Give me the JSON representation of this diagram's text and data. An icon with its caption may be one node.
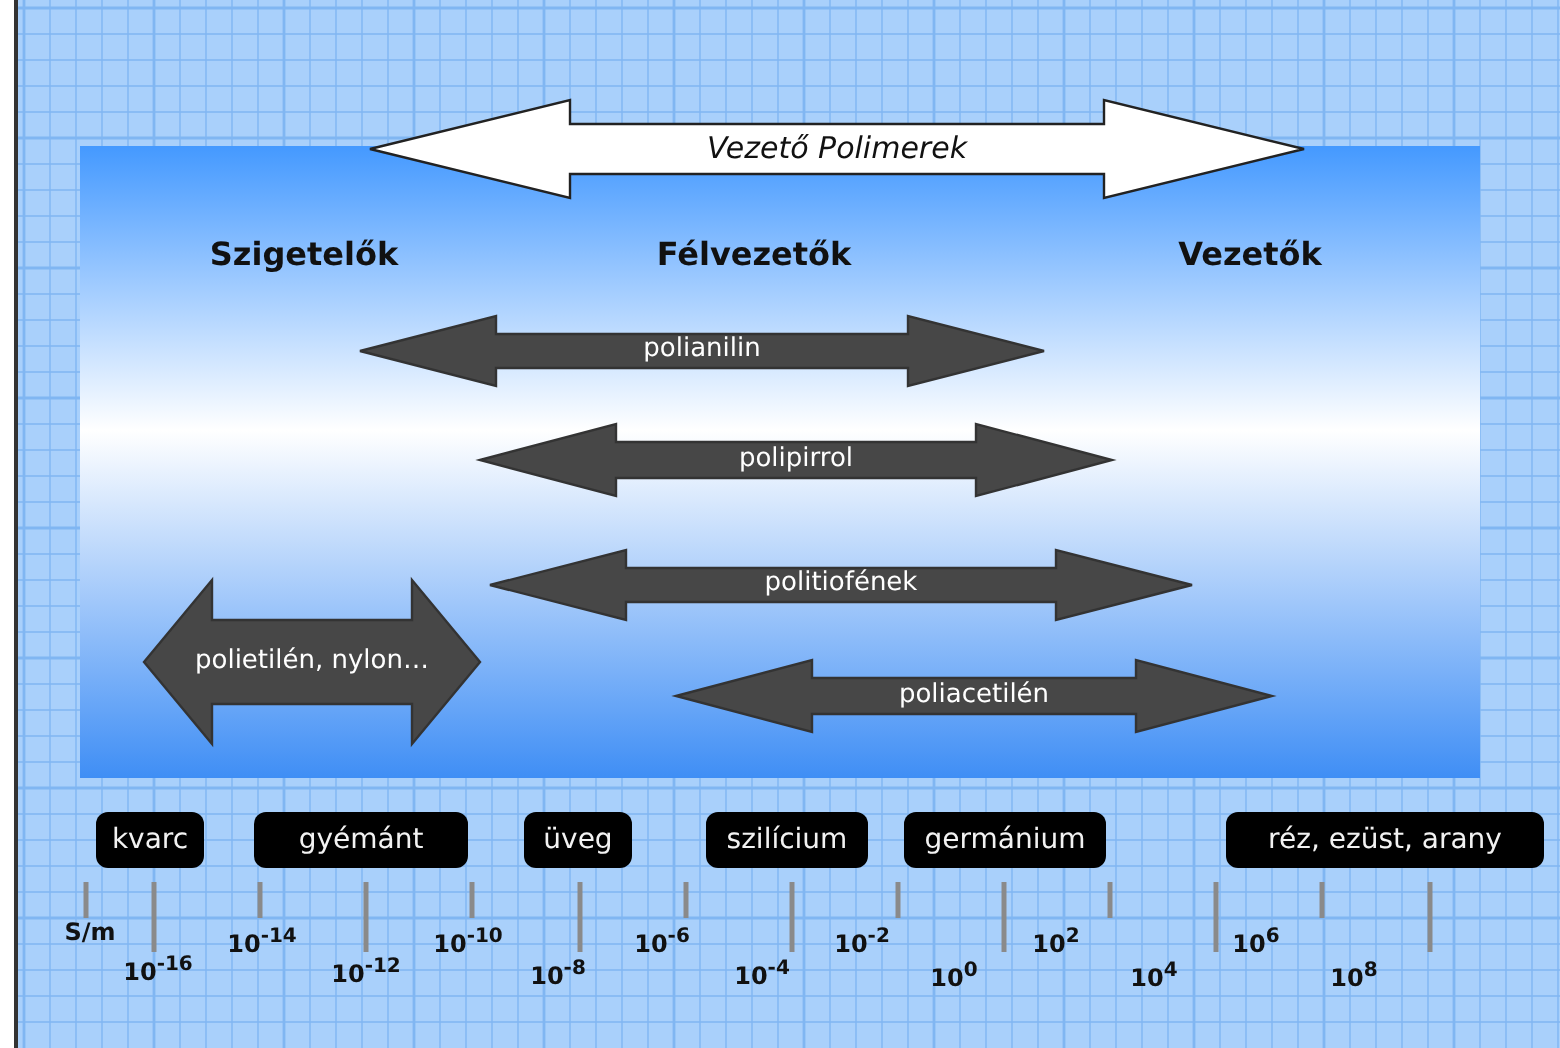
{
  "diagram": {
    "nodes": [
      {
        "text": [
          "Vezető Polimerek"
        ]
      },
      {
        "text": [
          "polianilin"
        ]
      },
      {
        "text": [
          "polipirrol"
        ]
      },
      {
        "text": [
          "politiofének"
        ]
      },
      {
        "text": [
          "polietilén, nylon…"
        ]
      },
      {
        "text": [
          "poliacetilén"
        ]
      },
      {
        "text": [
          "kvarc"
        ]
      },
      {
        "text": [
          "gyémánt"
        ]
      },
      {
        "text": [
          "üveg"
        ]
      },
      {
        "text": [
          "szilícium"
        ]
      },
      {
        "text": [
          "germánium"
        ]
      },
      {
        "text": [
          "réz, ezüst, arany"
        ]
      }
    ],
    "labels": [
      "Szigetelők",
      "Félvezetők",
      "Vezetők",
      "S/m",
      "10$^{-16}$",
      "10$^{-14}$",
      "10$^{-12}$",
      "10$^{-10}$",
      "10$^{-8}$",
      "10$^{-6}$",
      "10$^{-4}$",
      "10$^{-2}$",
      "10$^{0}$",
      "10$^{2}$",
      "10$^{4}$",
      "10$^{6}$",
      "10$^{8}$"
    ]
  }
}
